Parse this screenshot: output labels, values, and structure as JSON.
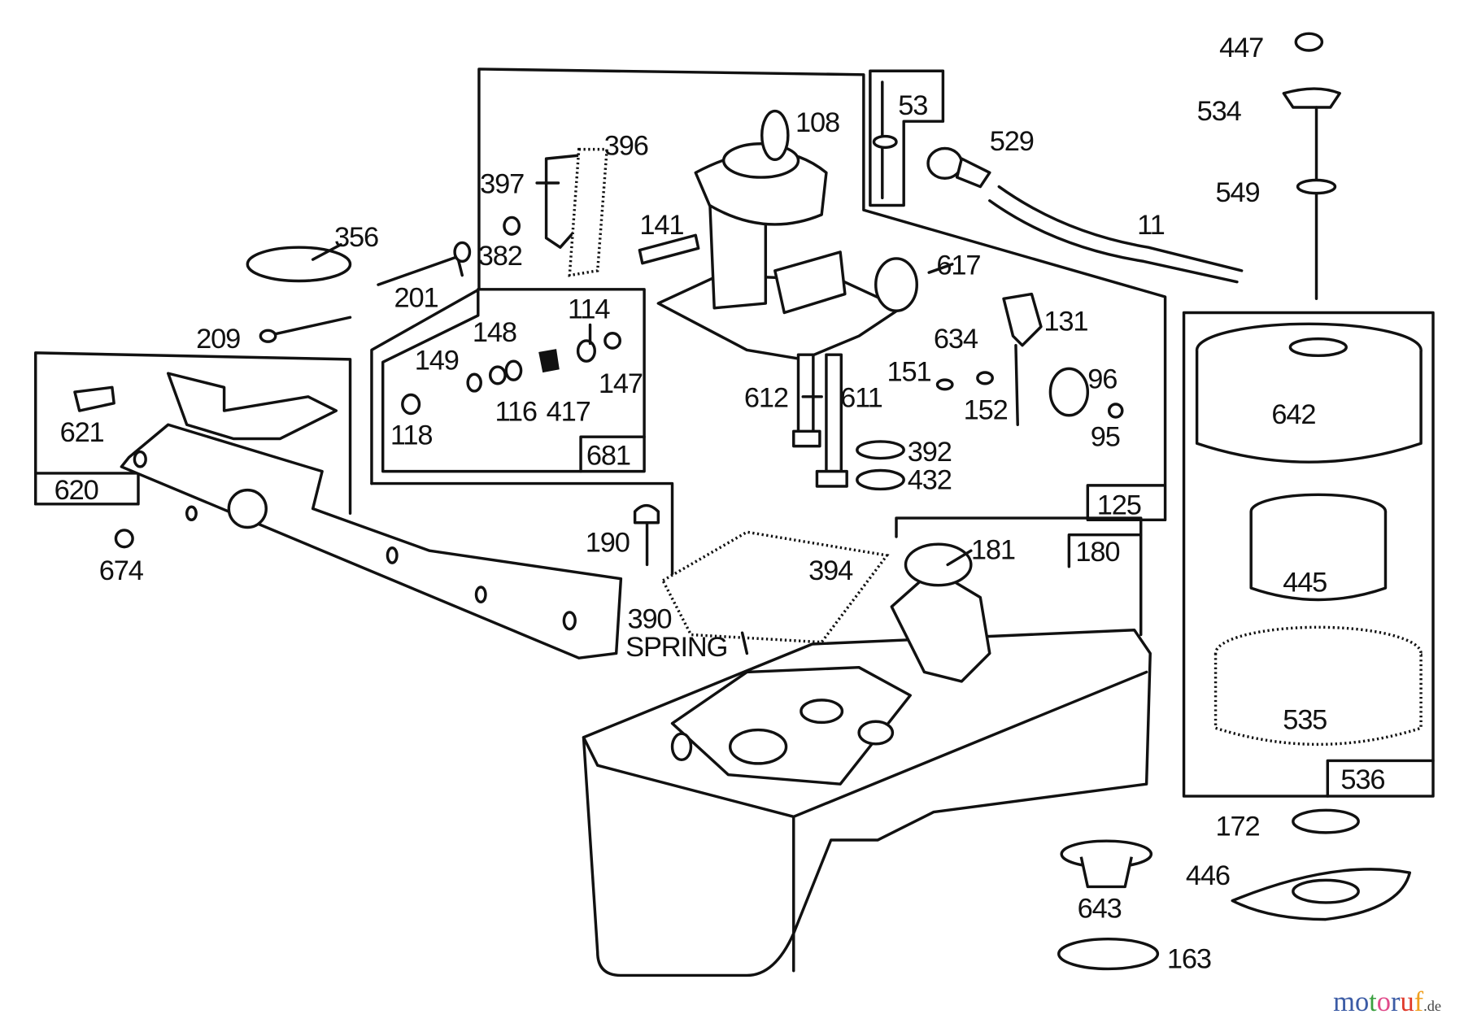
{
  "diagram": {
    "callouts": {
      "p447": "447",
      "p534": "534",
      "p549": "549",
      "p53": "53",
      "p108": "108",
      "p396": "396",
      "p397": "397",
      "p529": "529",
      "p11": "11",
      "p356": "356",
      "p382": "382",
      "p201": "201",
      "p141": "141",
      "p617": "617",
      "p209": "209",
      "p114": "114",
      "p148": "148",
      "p149": "149",
      "p147": "147",
      "p116": "116",
      "p417": "417",
      "p118": "118",
      "p131": "131",
      "p634": "634",
      "p151": "151",
      "p96": "96",
      "p152": "152",
      "p95": "95",
      "p612": "612",
      "p611": "611",
      "p392": "392",
      "p432": "432",
      "p621": "621",
      "p674": "674",
      "p642": "642",
      "p445": "445",
      "p535": "535",
      "p190": "190",
      "p394": "394",
      "p181": "181",
      "p390": "390",
      "spring": "SPRING",
      "p172": "172",
      "p446": "446",
      "p643": "643",
      "p163": "163"
    },
    "kit_boxes": {
      "k681": "681",
      "k125": "125",
      "k620": "620",
      "k180": "180",
      "k536": "536"
    }
  },
  "watermark": {
    "letters": [
      "m",
      "o",
      "t",
      "o",
      "r",
      "u",
      "f"
    ],
    "suffix": ".de",
    "colors": [
      "#3b5ba5",
      "#3b5ba5",
      "#3aa040",
      "#e04a8a",
      "#3b5ba5",
      "#e03a2a",
      "#f0a020"
    ]
  }
}
